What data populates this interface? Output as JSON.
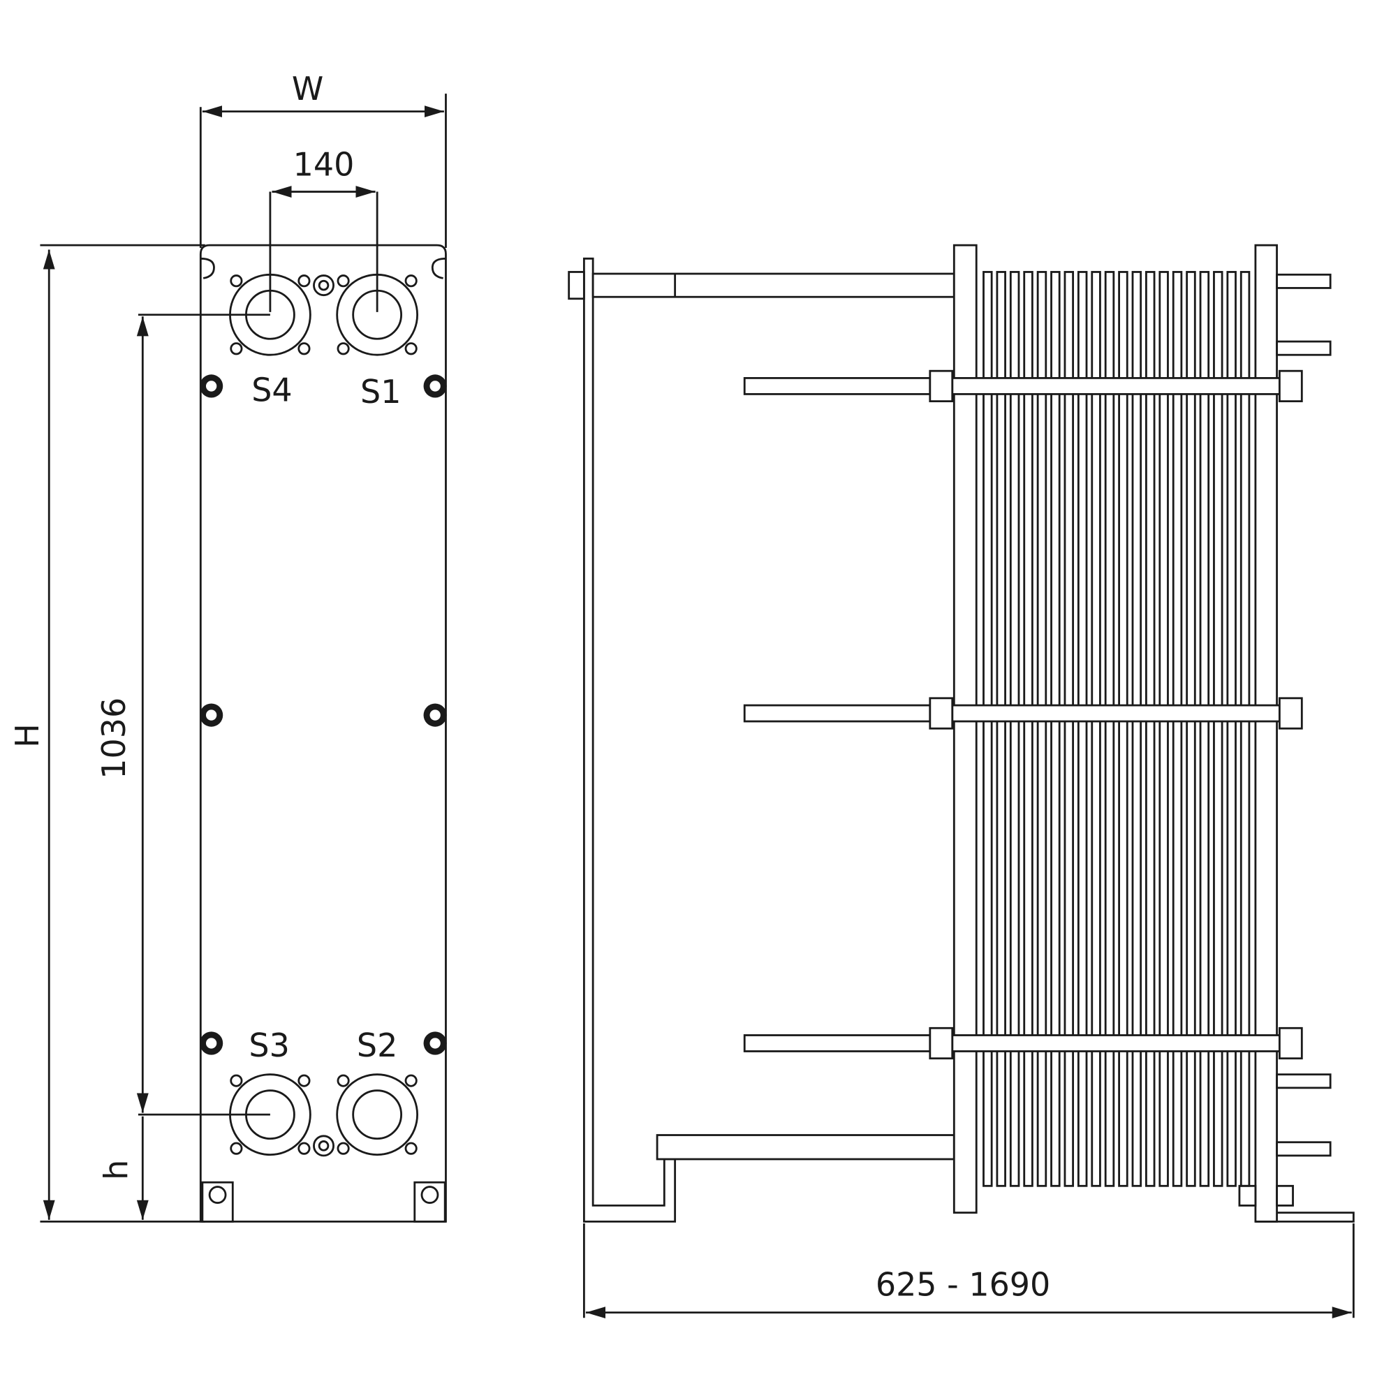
{
  "left_view": {
    "width_label": "W",
    "port_spacing": "140",
    "height_label": "H",
    "port_vertical_distance": "1036",
    "port_height_label": "h",
    "ports": [
      "S4",
      "S1",
      "S3",
      "S2"
    ]
  },
  "right_view": {
    "length_range": "625 - 1690"
  },
  "plate_count": 20
}
